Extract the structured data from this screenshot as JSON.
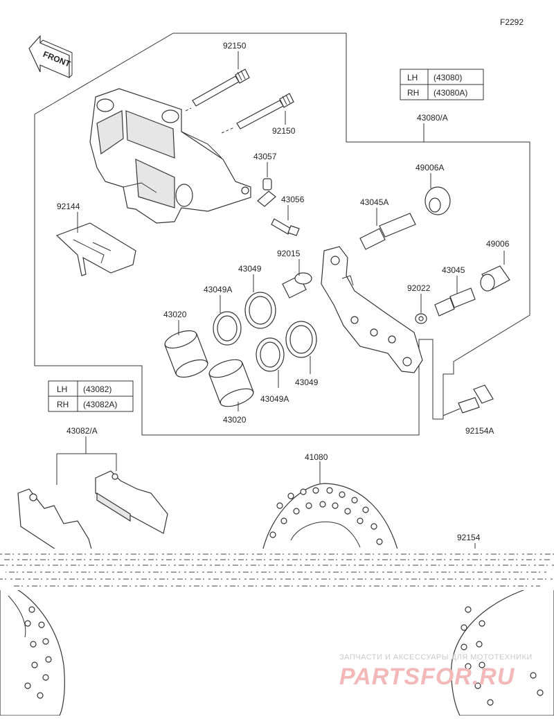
{
  "figure_code": "F2292",
  "front_label": "FRONT",
  "parts": {
    "p92150_top": "92150",
    "p92150_bottom": "92150",
    "p43057": "43057",
    "p43056": "43056",
    "p92144": "92144",
    "p43080A": "43080/A",
    "p49006A": "49006A",
    "p43045A": "43045A",
    "p49006": "49006",
    "p92015": "92015",
    "p43049_top": "43049",
    "p43049A_top": "43049A",
    "p43020_top": "43020",
    "p43045": "43045",
    "p92022": "92022",
    "p43049_bottom": "43049",
    "p43049A_bottom": "43049A",
    "p43020_bottom": "43020",
    "p92154A": "92154A",
    "p43082A": "43082/A",
    "p41080": "41080",
    "p92154": "92154"
  },
  "table_caliper": {
    "rows": [
      {
        "side": "LH",
        "code": "(43080)"
      },
      {
        "side": "RH",
        "code": "(43080A)"
      }
    ]
  },
  "table_pads": {
    "rows": [
      {
        "side": "LH",
        "code": "(43082)"
      },
      {
        "side": "RH",
        "code": "(43082A)"
      }
    ]
  },
  "watermark": {
    "tagline": "ЗАПЧАСТИ И АКСЕССУАРЫ ДЛЯ МОТОТЕХНИКИ",
    "brand": "PARTSFOR.RU"
  }
}
